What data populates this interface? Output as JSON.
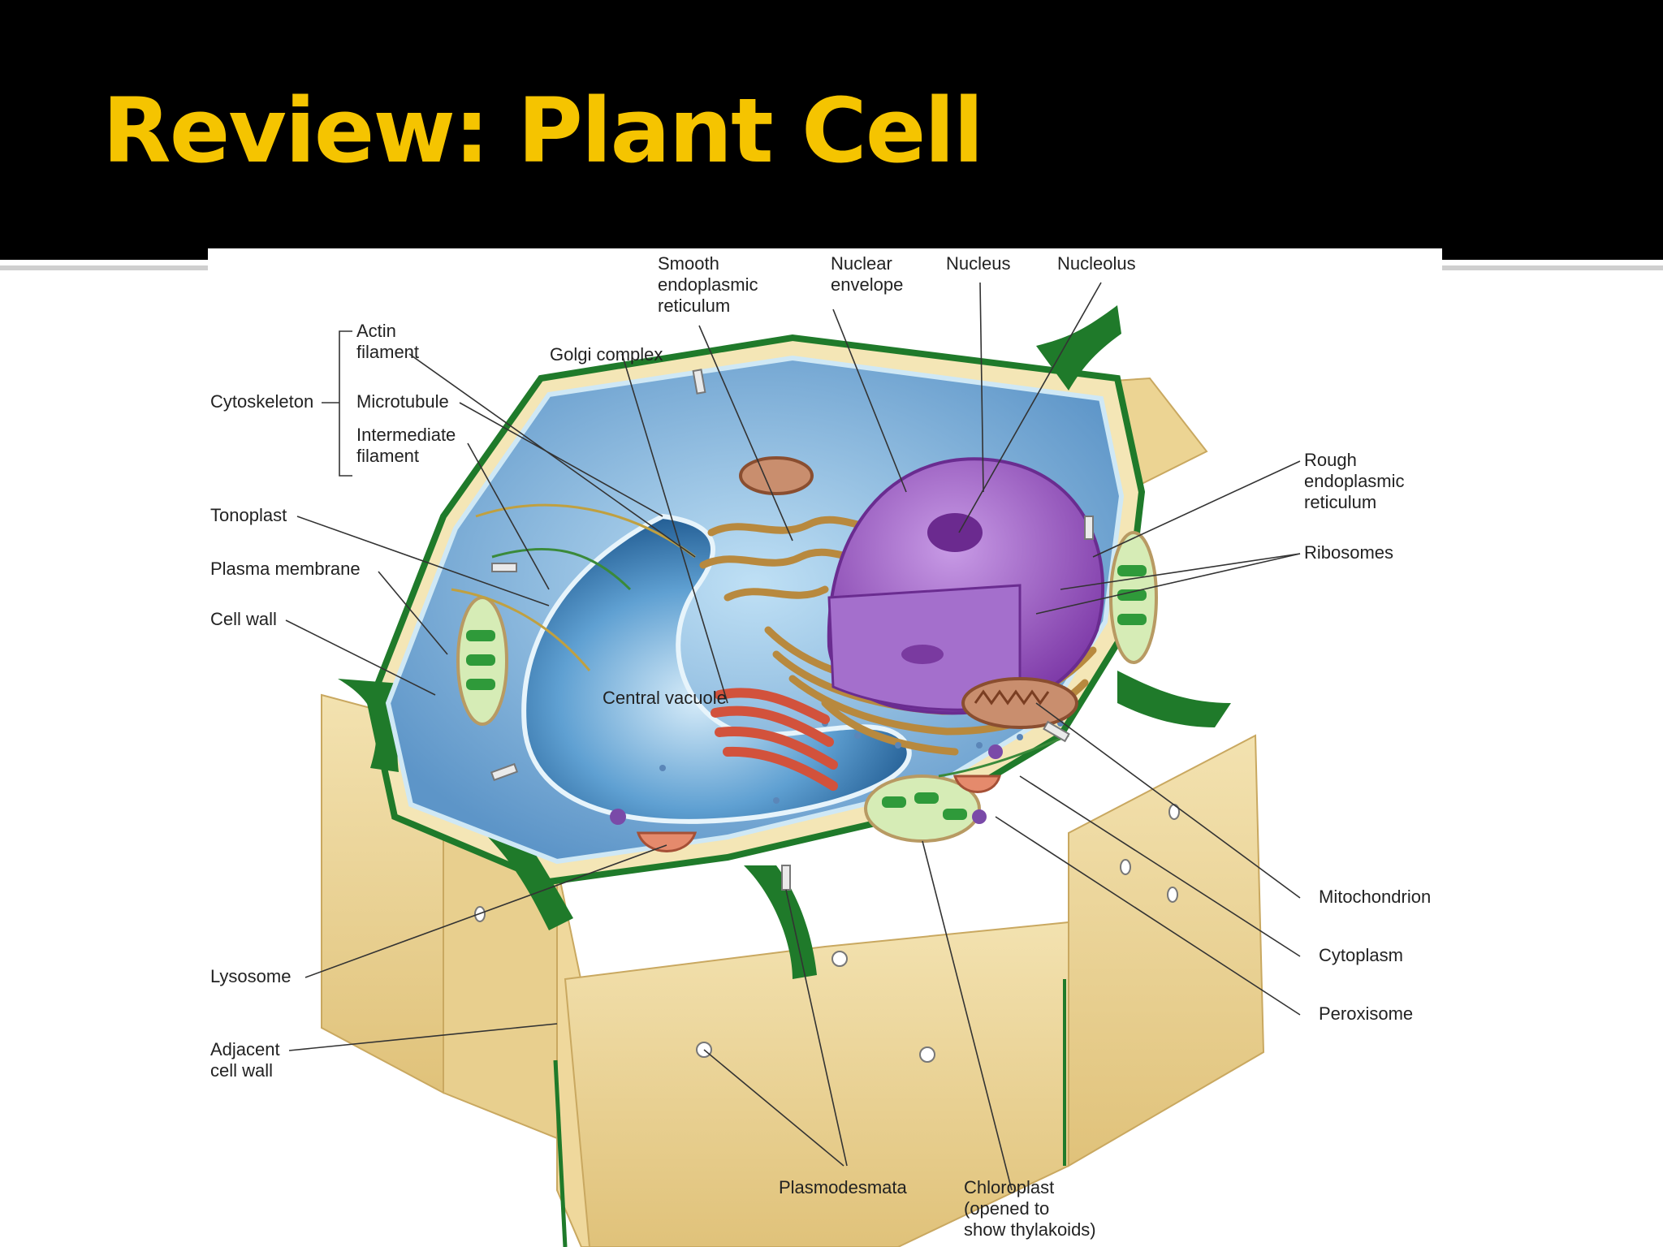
{
  "slide": {
    "title": "Review: Plant Cell"
  },
  "diagram": {
    "labels": {
      "smooth_er": [
        "Smooth",
        "endoplasmic",
        "reticulum"
      ],
      "nuclear_envelope": [
        "Nuclear",
        "envelope"
      ],
      "nucleus": "Nucleus",
      "nucleolus": "Nucleolus",
      "actin_filament": [
        "Actin",
        "filament"
      ],
      "golgi_complex": "Golgi complex",
      "cytoskeleton": "Cytoskeleton",
      "microtubule": "Microtubule",
      "intermediate_filament": [
        "Intermediate",
        "filament"
      ],
      "tonoplast": "Tonoplast",
      "plasma_membrane": "Plasma membrane",
      "cell_wall": "Cell wall",
      "rough_er": [
        "Rough",
        "endoplasmic",
        "reticulum"
      ],
      "ribosomes": "Ribosomes",
      "central_vacuole": "Central vacuole",
      "mitochondrion": "Mitochondrion",
      "cytoplasm": "Cytoplasm",
      "peroxisome": "Peroxisome",
      "lysosome": "Lysosome",
      "adjacent_cell_wall": [
        "Adjacent",
        "cell wall"
      ],
      "plasmodesmata": "Plasmodesmata",
      "chloroplast": [
        "Chloroplast",
        "(opened to",
        "show thylakoids)"
      ]
    },
    "colors": {
      "cell_wall": "#efd9a0",
      "wall_shadow": "#d8b870",
      "wall_edge": "#1f7a2a",
      "cytoplasm": "#7fb3dc",
      "vacuole": "#2f76b0",
      "nucleus": "#9a55c2",
      "er": "#c59a4a",
      "golgi": "#d2523c",
      "chloroplast": "#2f9a3a",
      "mitochondrion": "#9a5a3a"
    }
  }
}
